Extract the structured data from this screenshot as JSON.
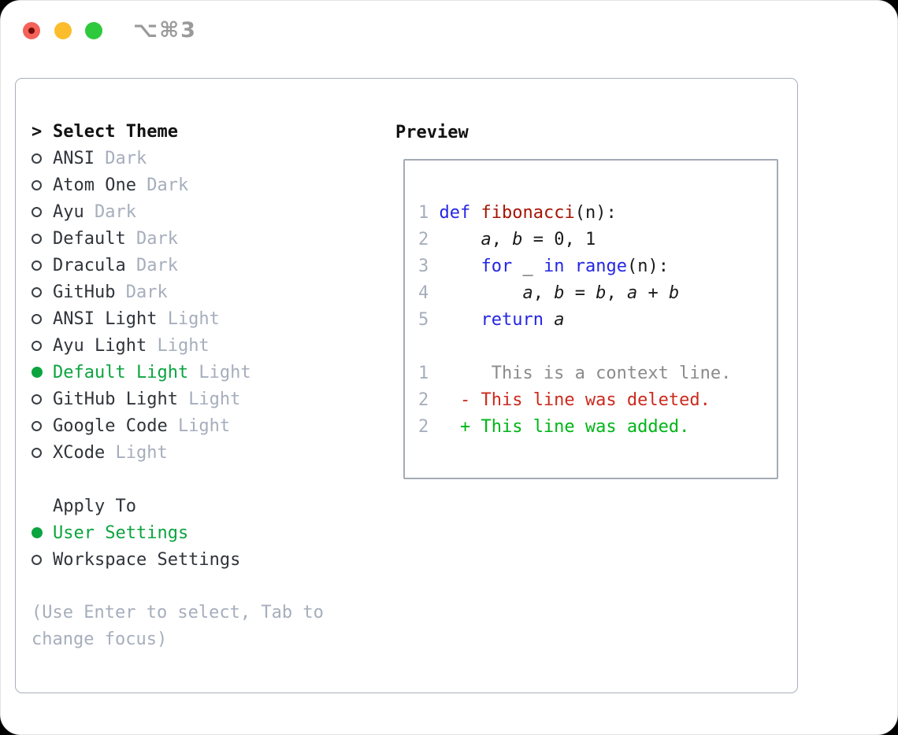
{
  "window": {
    "title": "⌥⌘3"
  },
  "theme_list": {
    "cursor": ">",
    "header": "Select Theme",
    "items": [
      {
        "name": "ANSI",
        "tag": "Dark",
        "selected": false
      },
      {
        "name": "Atom One",
        "tag": "Dark",
        "selected": false
      },
      {
        "name": "Ayu",
        "tag": "Dark",
        "selected": false
      },
      {
        "name": "Default",
        "tag": "Dark",
        "selected": false
      },
      {
        "name": "Dracula",
        "tag": "Dark",
        "selected": false
      },
      {
        "name": "GitHub",
        "tag": "Dark",
        "selected": false
      },
      {
        "name": "ANSI Light",
        "tag": "Light",
        "selected": false
      },
      {
        "name": "Ayu Light",
        "tag": "Light",
        "selected": false
      },
      {
        "name": "Default Light",
        "tag": "Light",
        "selected": true
      },
      {
        "name": "GitHub Light",
        "tag": "Light",
        "selected": false
      },
      {
        "name": "Google Code",
        "tag": "Light",
        "selected": false
      },
      {
        "name": "XCode",
        "tag": "Light",
        "selected": false
      }
    ]
  },
  "apply_to": {
    "header": "Apply To",
    "options": [
      {
        "label": "User Settings",
        "selected": true
      },
      {
        "label": "Workspace Settings",
        "selected": false
      }
    ]
  },
  "help_text": "(Use Enter to select, Tab to change focus)",
  "preview": {
    "title": "Preview",
    "lines": [
      {
        "num": "1",
        "tokens": [
          {
            "t": "def",
            "c": "kw"
          },
          {
            "t": " ",
            "c": "pl"
          },
          {
            "t": "fibonacci",
            "c": "fn"
          },
          {
            "t": "(n):",
            "c": "pl"
          }
        ]
      },
      {
        "num": "2",
        "tokens": [
          {
            "t": "    ",
            "c": "pl"
          },
          {
            "t": "a",
            "c": "var"
          },
          {
            "t": ", ",
            "c": "pl"
          },
          {
            "t": "b",
            "c": "var"
          },
          {
            "t": " = 0, 1",
            "c": "pl"
          }
        ]
      },
      {
        "num": "3",
        "tokens": [
          {
            "t": "    ",
            "c": "pl"
          },
          {
            "t": "for",
            "c": "kw"
          },
          {
            "t": " _ ",
            "c": "pl"
          },
          {
            "t": "in",
            "c": "kw"
          },
          {
            "t": " ",
            "c": "pl"
          },
          {
            "t": "range",
            "c": "kw"
          },
          {
            "t": "(n):",
            "c": "pl"
          }
        ]
      },
      {
        "num": "4",
        "tokens": [
          {
            "t": "        ",
            "c": "pl"
          },
          {
            "t": "a",
            "c": "var"
          },
          {
            "t": ", ",
            "c": "pl"
          },
          {
            "t": "b",
            "c": "var"
          },
          {
            "t": " = ",
            "c": "pl"
          },
          {
            "t": "b",
            "c": "var"
          },
          {
            "t": ", ",
            "c": "pl"
          },
          {
            "t": "a",
            "c": "var"
          },
          {
            "t": " + ",
            "c": "pl"
          },
          {
            "t": "b",
            "c": "var"
          }
        ]
      },
      {
        "num": "5",
        "tokens": [
          {
            "t": "    ",
            "c": "pl"
          },
          {
            "t": "return",
            "c": "kw"
          },
          {
            "t": " ",
            "c": "pl"
          },
          {
            "t": "a",
            "c": "var"
          }
        ]
      },
      {
        "num": "",
        "tokens": []
      },
      {
        "num": "1",
        "tokens": [
          {
            "t": "     This is a context line.",
            "c": "ctx"
          }
        ]
      },
      {
        "num": "2",
        "tokens": [
          {
            "t": "  - This line was deleted.",
            "c": "del"
          }
        ]
      },
      {
        "num": "2",
        "tokens": [
          {
            "t": "  + This line was added.",
            "c": "add"
          }
        ]
      }
    ]
  },
  "colors": {
    "accent-green": "#0ca43f",
    "diff-added": "#00b517",
    "diff-removed": "#cb2a1d",
    "function-red": "#a61505",
    "keyword-blue": "#2426e3",
    "context-gray": "#8b8b8b",
    "muted-gray": "#a6aebc",
    "text-dark": "#30343a",
    "border-gray": "#a9b0bb",
    "traffic-red": "#f4625a",
    "traffic-yellow": "#fcbd2d",
    "traffic-green": "#2ec93c"
  }
}
